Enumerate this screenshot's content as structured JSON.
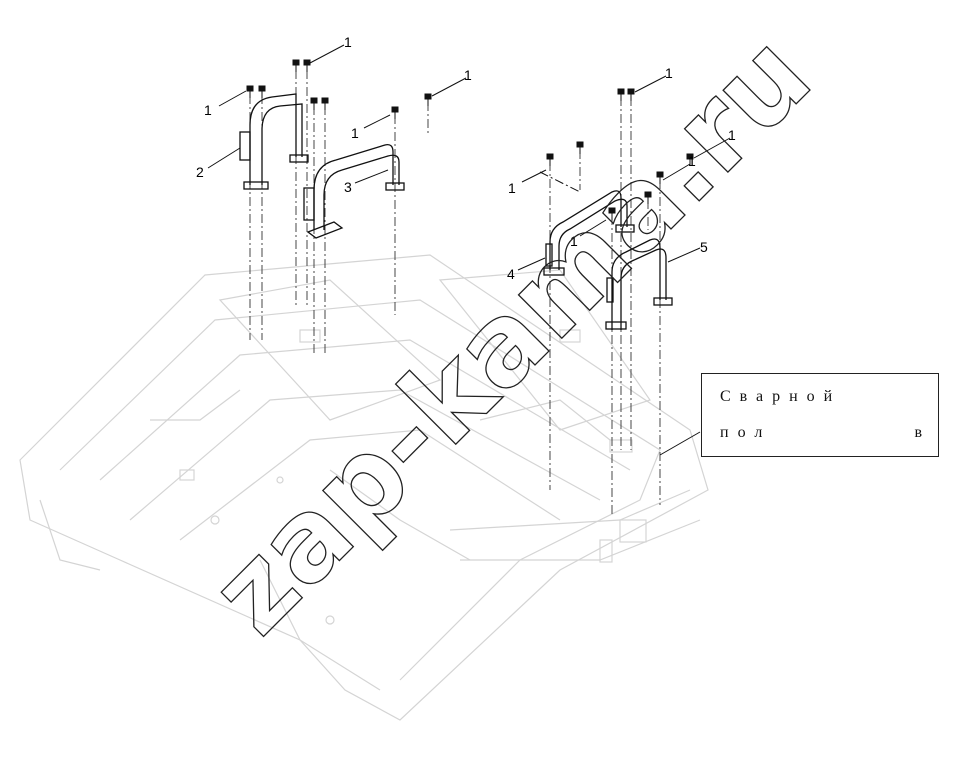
{
  "diagram": {
    "watermark": "zap-kama.ru",
    "callouts": [
      "1",
      "1",
      "1",
      "1",
      "1",
      "1",
      "1",
      "1",
      "1",
      "2",
      "3",
      "4",
      "5"
    ],
    "note_box": {
      "line1": "Сварной",
      "line2_left": "пол",
      "line2_right": "в"
    },
    "colors": {
      "outline": "#d4d4d4",
      "parts": "#111111",
      "watermark": "#222222"
    }
  }
}
